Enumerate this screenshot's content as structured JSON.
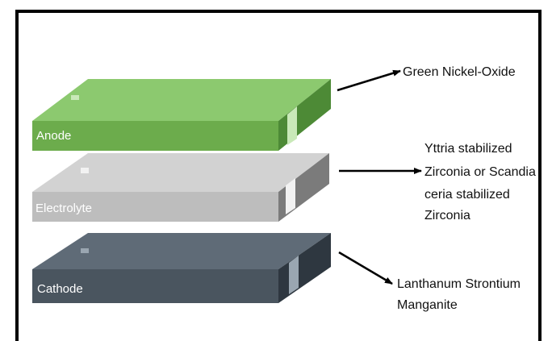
{
  "layers": [
    {
      "label": "Anode",
      "material_lines": [
        "Green Nickel-Oxide"
      ],
      "colors": {
        "top": "#8cc96f",
        "front": "#6cac4c",
        "side": "#4d8a36",
        "notch": "#c9e9b8"
      }
    },
    {
      "label": "Electrolyte",
      "material_lines": [
        "Yttria stabilized",
        "Zirconia or Scandia",
        "ceria stabilized",
        "Zirconia"
      ],
      "colors": {
        "top": "#d2d2d2",
        "front": "#bdbdbd",
        "side": "#7b7b7b",
        "notch": "#f2f2f2"
      }
    },
    {
      "label": "Cathode",
      "material_lines": [
        "Lanthanum Strontium",
        "Manganite"
      ],
      "colors": {
        "top": "#5f6b77",
        "front": "#4a555f",
        "side": "#2e3740",
        "notch": "#9aa6b1"
      }
    }
  ],
  "colors": {
    "border": "#000000",
    "arrow": "#000000",
    "text": "#111111"
  }
}
